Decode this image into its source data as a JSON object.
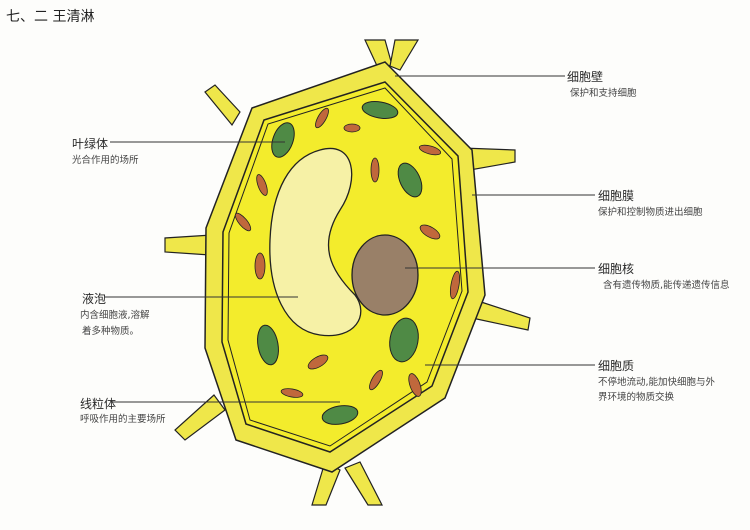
{
  "title": "七、二   王清淋",
  "labels": {
    "cell_wall": {
      "name": "细胞壁",
      "desc": "保护和支持细胞"
    },
    "cell_membrane": {
      "name": "细胞膜",
      "desc": "保护和控制物质进出细胞"
    },
    "nucleus": {
      "name": "细胞核",
      "desc": "含有遗传物质,能传递遗传信息"
    },
    "cytoplasm": {
      "name": "细胞质",
      "desc1": "不停地流动,能加快细胞与外",
      "desc2": "界环境的物质交换"
    },
    "chloroplast": {
      "name": "叶绿体",
      "desc": "光合作用的场所"
    },
    "vacuole": {
      "name": "液泡",
      "desc1": "内含细胞液,溶解",
      "desc2": "着多种物质。"
    },
    "mitochondria": {
      "name": "线粒体",
      "desc": "呼吸作用的主要场所"
    }
  },
  "colors": {
    "wall": "#efe74a",
    "cytoplasm": "#f3ec2c",
    "vacuole": "#f6f1a6",
    "nucleus": "#998068",
    "chloroplast": "#4f8a45",
    "mitochondria": "#c0683c"
  }
}
